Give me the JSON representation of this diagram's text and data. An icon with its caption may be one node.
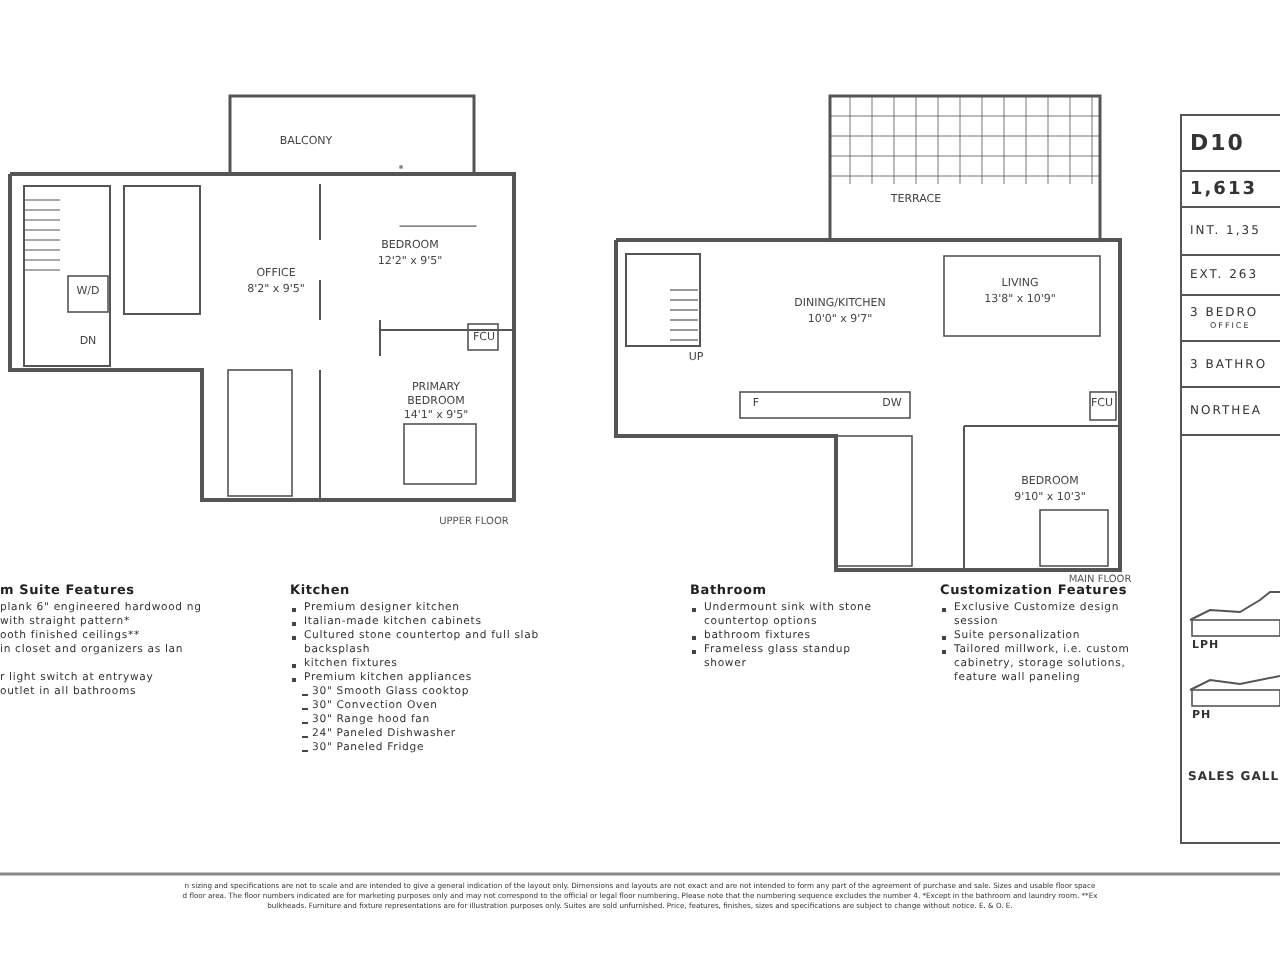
{
  "diagram": {
    "labels": [
      "BALCONY",
      "W/D",
      "DN",
      "OFFICE",
      "8'2\" x 9'5\"",
      "BEDROOM",
      "12'2\" x 9'5\"",
      "FCU",
      "PRIMARY BEDROOM",
      "14'1\" x 9'5\"",
      "UPPER FLOOR",
      "TERRACE",
      "UP",
      "DINING/KITCHEN",
      "10'0\" x 9'7\"",
      "LIVING",
      "13'8\" x 10'9\"",
      "F",
      "DW",
      "FCU",
      "BEDROOM",
      "9'10\" x 10'3\"",
      "MAIN FLOOR",
      "D10",
      "1,613",
      "INT. 1,35",
      "EXT. 263",
      "3 BEDRO",
      "OFFICE",
      "3 BATHRO",
      "NORTHEA",
      "LPH",
      "PH",
      "SALES GALL",
      "m Suite Features",
      "plank 6\" engineered hardwood ng with straight pattern*",
      "ooth finished ceilings**",
      "in closet and organizers as lan",
      "r light switch at entryway",
      "outlet in all bathrooms",
      "Kitchen",
      "Premium designer kitchen",
      "Italian-made kitchen cabinets",
      "Cultured stone countertop and full slab backsplash",
      "kitchen fixtures",
      "Premium kitchen appliances",
      "30\" Smooth Glass cooktop",
      "30\" Convection Oven",
      "30\" Range hood fan",
      "24\" Paneled Dishwasher",
      "30\" Paneled Fridge",
      "Bathroom",
      "Undermount sink with stone countertop options",
      "bathroom fixtures",
      "Frameless glass standup shower",
      "Customization Features",
      "Exclusive Customize design session",
      "Suite personalization",
      "Tailored millwork, i.e. custom cabinetry, storage solutions, feature wall paneling",
      "n sizing and specifications are not to scale and are intended to give a general indication of the layout only. Dimensions and layouts are not exact and are not intended to form any part of the agreement of purchase and sale. Sizes and usable floor space",
      "d floor area. The floor numbers indicated are for marketing purposes only and may not correspond to the official or legal floor numbering. Please note that the numbering sequence excludes the number 4. *Except in the bathroom and laundry room. **Ex",
      "bulkheads. Furniture and fixture representations are for illustration purposes only. Suites are sold unfurnished. Price, features, finishes, sizes and specifications are subject to change without notice. E. & O. E."
    ]
  }
}
